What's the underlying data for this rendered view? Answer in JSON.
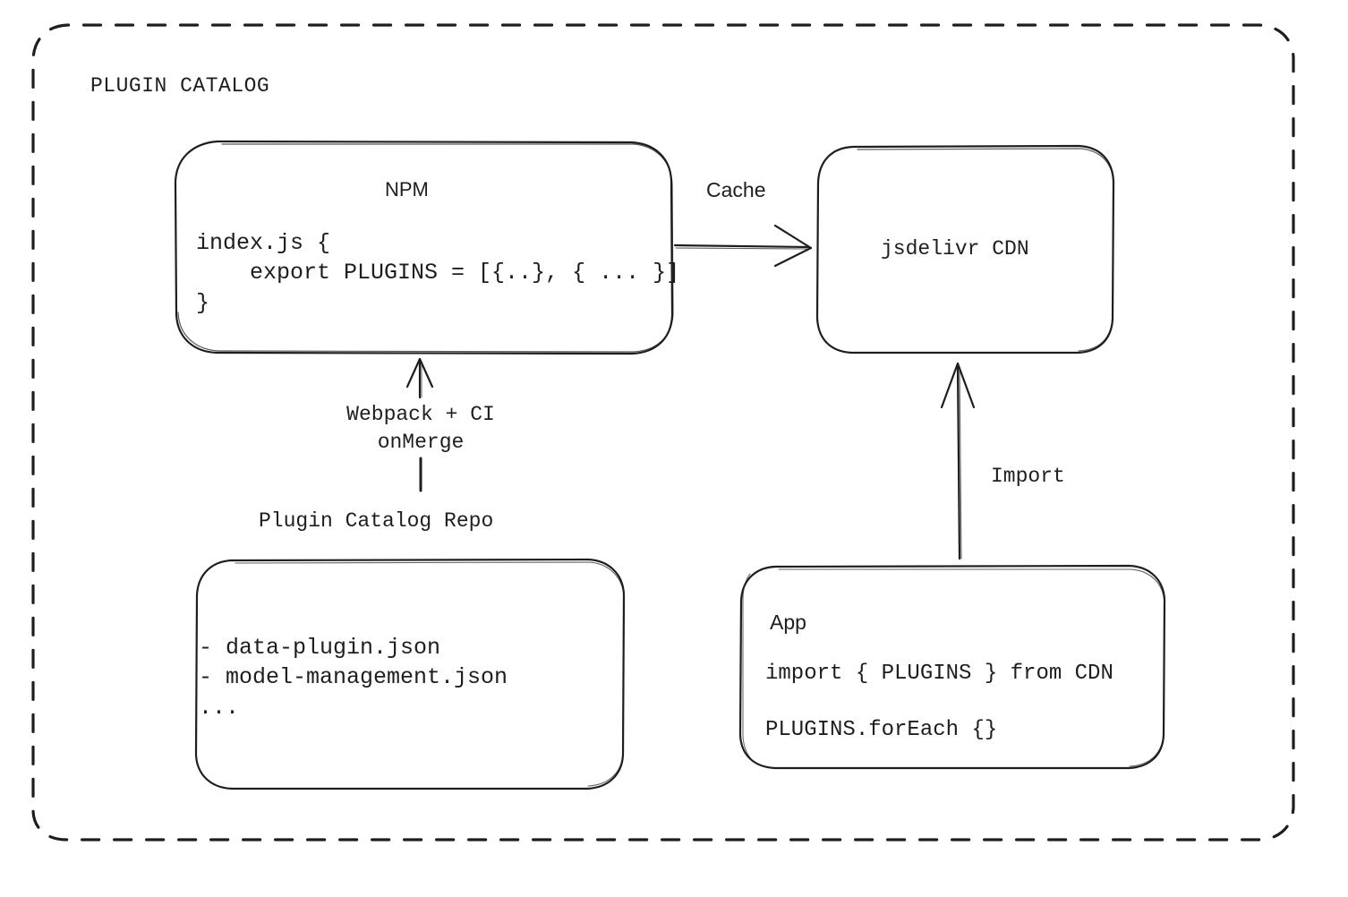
{
  "diagram": {
    "title": "PLUGIN CATALOG",
    "style": {
      "stroke": "#1e1e1e",
      "background": "#ffffff",
      "container_border": "dashed"
    },
    "nodes": {
      "npm": {
        "label": "NPM",
        "code": "index.js {\n    export PLUGINS = [{..}, { ... }]\n}"
      },
      "cdn": {
        "label": "jsdelivr CDN"
      },
      "repo": {
        "caption": "Plugin Catalog Repo",
        "items": "- data-plugin.json\n- model-management.json\n..."
      },
      "app": {
        "label": "App",
        "line1": "import { PLUGINS } from CDN",
        "line2": "PLUGINS.forEach {}"
      }
    },
    "edges": {
      "npm_to_cdn": {
        "label": "Cache",
        "from": "npm",
        "to": "cdn",
        "direction": "right"
      },
      "repo_to_npm": {
        "label": "Webpack + CI\nonMerge",
        "from": "repo",
        "to": "npm",
        "direction": "up"
      },
      "app_to_cdn": {
        "label": "Import",
        "from": "app",
        "to": "cdn",
        "direction": "up"
      }
    }
  }
}
